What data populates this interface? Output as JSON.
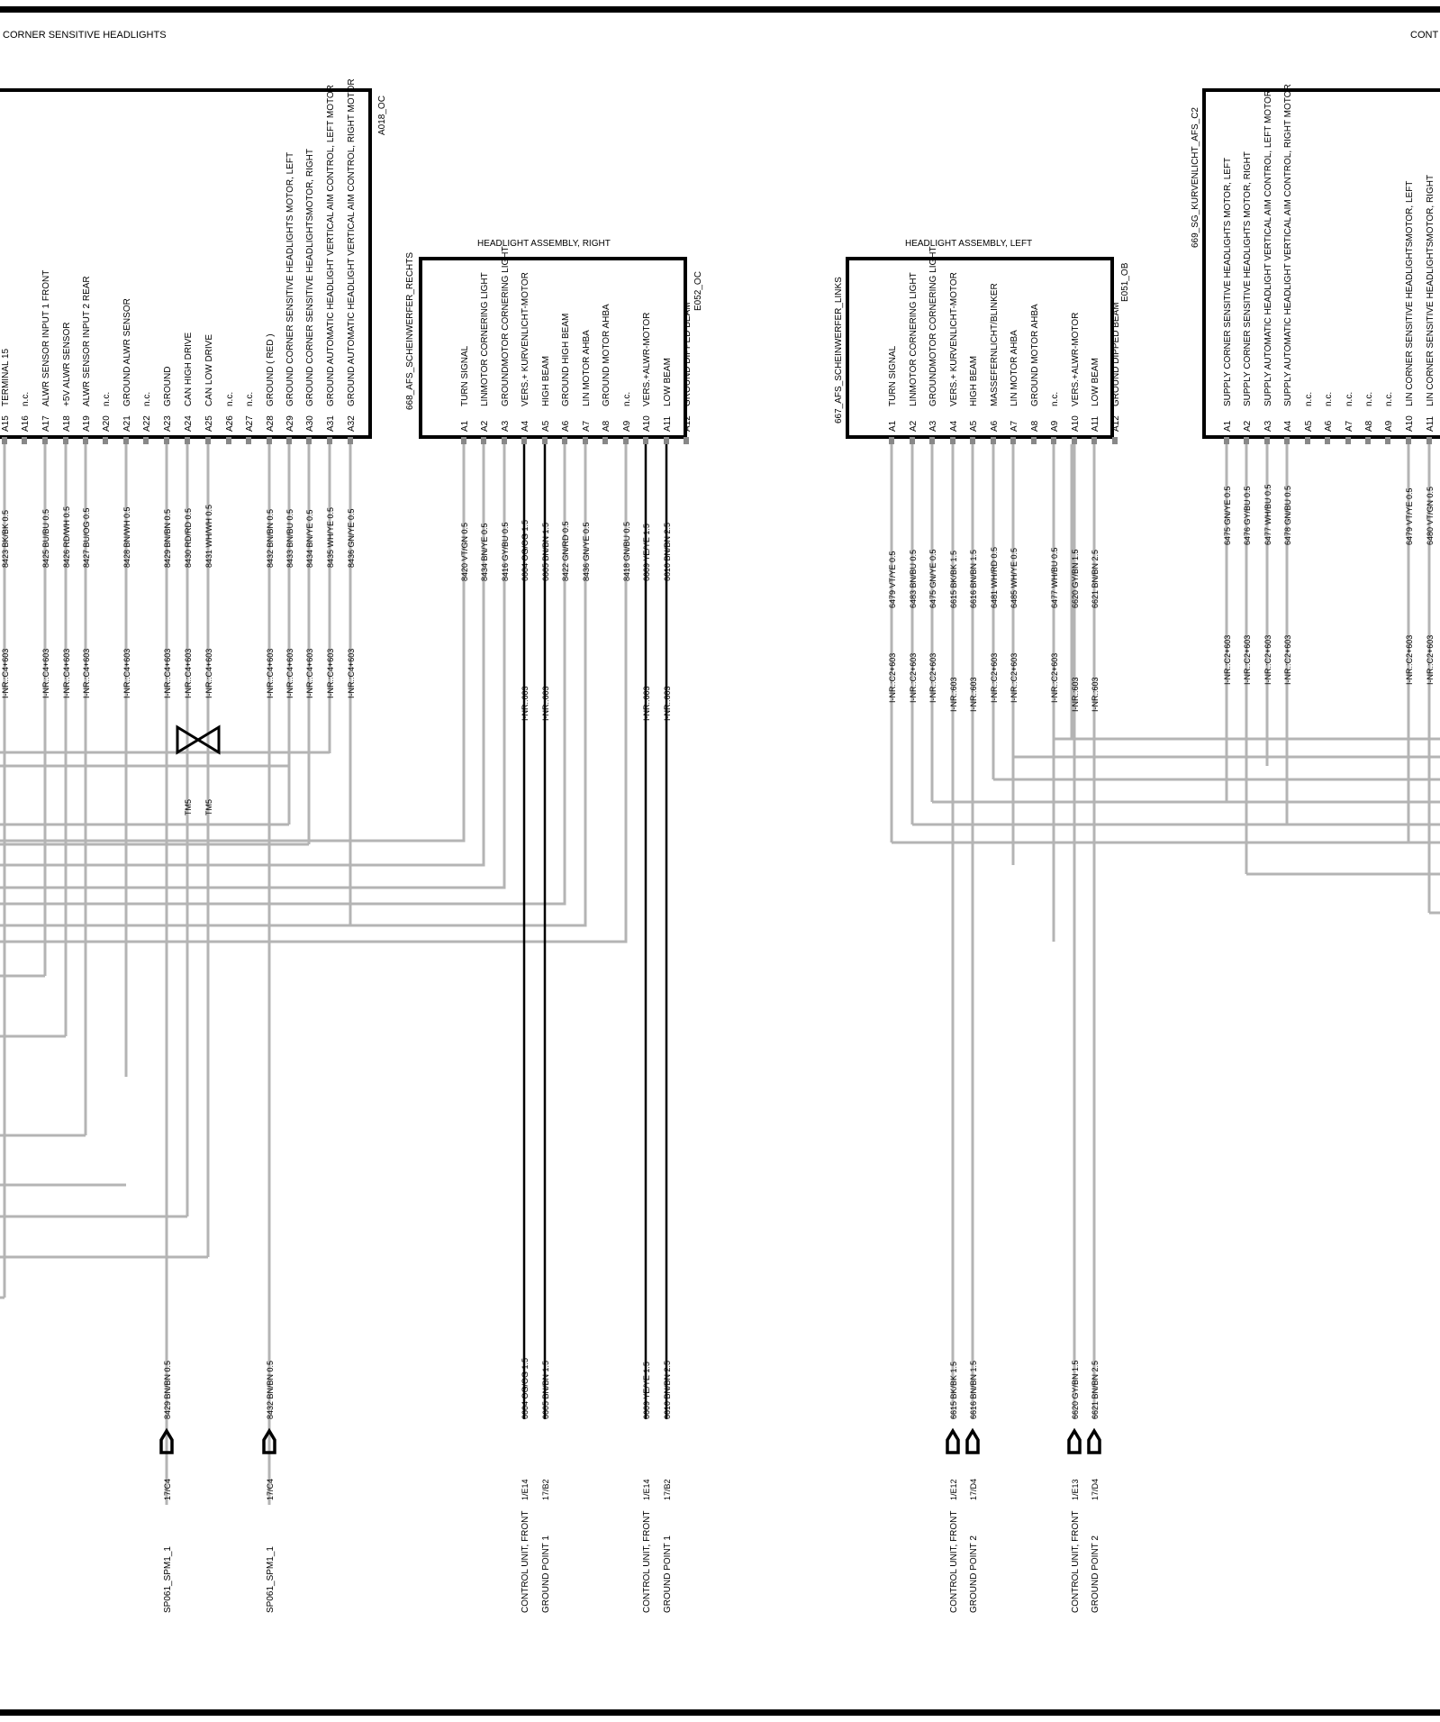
{
  "colors": {
    "frame": "#000000",
    "wire": "#b4b4b4",
    "ground_wire": "#000000",
    "background": "#ffffff"
  },
  "header": {
    "left_title": "CORNER SENSITIVE HEADLIGHTS",
    "right_title": "CONT"
  },
  "connectors": [
    {
      "id": "A018_OC",
      "title": "",
      "tag": "",
      "pins": [
        {
          "pin": "A15",
          "label": "TERMINAL 15"
        },
        {
          "pin": "A16",
          "label": "n.c."
        },
        {
          "pin": "A17",
          "label": "ALWR SENSOR     INPUT      1 FRONT"
        },
        {
          "pin": "A18",
          "label": "+5V     ALWR SENSOR"
        },
        {
          "pin": "A19",
          "label": "ALWR SENSOR     INPUT      2 REAR"
        },
        {
          "pin": "A20",
          "label": "n.c."
        },
        {
          "pin": "A21",
          "label": "GROUND ALWR SENSOR"
        },
        {
          "pin": "A22",
          "label": "n.c."
        },
        {
          "pin": "A23",
          "label": "GROUND"
        },
        {
          "pin": "A24",
          "label": "CAN HIGH     DRIVE"
        },
        {
          "pin": "A25",
          "label": "CAN LOW     DRIVE"
        },
        {
          "pin": "A26",
          "label": "n.c."
        },
        {
          "pin": "A27",
          "label": "n.c."
        },
        {
          "pin": "A28",
          "label": "GROUND  ( RED )"
        },
        {
          "pin": "A29",
          "label": "GROUND  CORNER SENSITIVE HEADLIGHTS MOTOR, LEFT"
        },
        {
          "pin": "A30",
          "label": "GROUND  CORNER SENSITIVE HEADLIGHTSMOTOR, RIGHT"
        },
        {
          "pin": "A31",
          "label": "GROUND  AUTOMATIC HEADLIGHT VERTICAL AIM CONTROL, LEFT  MOTOR"
        },
        {
          "pin": "A32",
          "label": "GROUND  AUTOMATIC HEADLIGHT VERTICAL AIM CONTROL, RIGHT  MOTOR"
        }
      ]
    },
    {
      "id": "E052_OC",
      "title": "HEADLIGHT ASSEMBLY, RIGHT",
      "tag": "668_AFS_SCHEINWERFER_RECHTS",
      "pins": [
        {
          "pin": "A1",
          "label": "TURN SIGNAL"
        },
        {
          "pin": "A2",
          "label": "LINMOTOR CORNERING LIGHT"
        },
        {
          "pin": "A3",
          "label": "GROUNDMOTOR CORNERING LIGHT"
        },
        {
          "pin": "A4",
          "label": "VERS.+ KURVENLICHT-MOTOR"
        },
        {
          "pin": "A5",
          "label": "HIGH BEAM"
        },
        {
          "pin": "A6",
          "label": "GROUND HIGH BEAM"
        },
        {
          "pin": "A7",
          "label": "LIN MOTOR AHBA"
        },
        {
          "pin": "A8",
          "label": "GROUND MOTOR AHBA"
        },
        {
          "pin": "A9",
          "label": "n.c."
        },
        {
          "pin": "A10",
          "label": "VERS.+ALWR-MOTOR"
        },
        {
          "pin": "A11",
          "label": "LOW BEAM"
        },
        {
          "pin": "A12",
          "label": "GROUND DIPPED BEAM"
        }
      ]
    },
    {
      "id": "E051_OB",
      "title": "HEADLIGHT ASSEMBLY, LEFT",
      "tag": "667_AFS_SCHEINWERFER_LINKS",
      "pins": [
        {
          "pin": "A1",
          "label": "TURN SIGNAL"
        },
        {
          "pin": "A2",
          "label": "LINMOTOR CORNERING LIGHT"
        },
        {
          "pin": "A3",
          "label": "GROUNDMOTOR CORNERING LIGHT"
        },
        {
          "pin": "A4",
          "label": "VERS.+ KURVENLICHT-MOTOR"
        },
        {
          "pin": "A5",
          "label": "HIGH BEAM"
        },
        {
          "pin": "A6",
          "label": "MASSEFERNLICHT/BLINKER"
        },
        {
          "pin": "A7",
          "label": "LIN MOTOR AHBA"
        },
        {
          "pin": "A8",
          "label": "GROUND MOTOR AHBA"
        },
        {
          "pin": "A9",
          "label": "n.c."
        },
        {
          "pin": "A10",
          "label": "VERS.+ALWR-MOTOR"
        },
        {
          "pin": "A11",
          "label": "LOW BEAM"
        },
        {
          "pin": "A12",
          "label": "GROUND DIPPED BEAM"
        }
      ]
    },
    {
      "id": "",
      "title": "",
      "tag": "669_SG_KURVENLICHT_AFS_C2",
      "pins": [
        {
          "pin": "A1",
          "label": "SUPPLY CORNER SENSITIVE HEADLIGHTS MOTOR, LEFT"
        },
        {
          "pin": "A2",
          "label": "SUPPLY CORNER SENSITIVE HEADLIGHTS MOTOR, RIGHT"
        },
        {
          "pin": "A3",
          "label": "SUPPLY AUTOMATIC HEADLIGHT VERTICAL AIM CONTROL, LEFT  MOTOR"
        },
        {
          "pin": "A4",
          "label": "SUPPLY AUTOMATIC HEADLIGHT VERTICAL AIM CONTROL, RIGHT  MOTOR"
        },
        {
          "pin": "A5",
          "label": "n.c."
        },
        {
          "pin": "A6",
          "label": "n.c."
        },
        {
          "pin": "A7",
          "label": "n.c."
        },
        {
          "pin": "A8",
          "label": "n.c."
        },
        {
          "pin": "A9",
          "label": "n.c."
        },
        {
          "pin": "A10",
          "label": "LIN     CORNER SENSITIVE HEADLIGHTSMOTOR, LEFT"
        },
        {
          "pin": "A11",
          "label": "LIN     CORNER SENSITIVE HEADLIGHTSMOTOR, RIGHT"
        }
      ]
    }
  ],
  "wire_labels": {
    "a018": [
      "8423 BK/BK 0.5",
      "8425 BU/BU 0.5",
      "8426 RD/WH 0.5",
      "8427 BU/OG 0.5",
      "8428 BN/WH 0.5",
      "8429 BN/BN 0.5",
      "8430 RD/RD 0.5",
      "8431 WH/WH 0.5",
      "8432 BN/BN 0.5",
      "8433 BN/BU 0.5",
      "8434 BN/YE 0.5",
      "8435 WH/YE 0.5",
      "8436 GN/YE 0.5"
    ],
    "e052": [
      "8420 VT/GN 0.5",
      "8434 BN/YE 0.5",
      "8416 GY/BU 0.5",
      "6604 OG/OG 1.5",
      "6605 BN/BN 1.5",
      "8422 GN/RD 0.5",
      "8436 GN/YE 0.5",
      "8418 GN/BU 0.5",
      "6609 YE/YE 1.5",
      "6610 BN/BN 2.5"
    ],
    "e051": [
      "6479 VT/YE 0.5",
      "6483 BN/BU 0.5",
      "6475 GN/YE 0.5",
      "6615 BK/BK 1.5",
      "6616 BN/BN 1.5",
      "6481 WH/RD 0.5",
      "6485 WH/YE 0.5",
      "6477 WH/BU 0.5",
      "6620 GY/BN 1.5",
      "6621 BN/BN 2.5"
    ],
    "c2": [
      "6475 GN/YE 0.5",
      "6476 GY/BU 0.5",
      "6477 WH/BU 0.5",
      "6478 GN/BU 0.5",
      "6479 VT/YE 0.5",
      "6480 VT/GN 0.5"
    ]
  },
  "harness_labels": {
    "c4": "I-NR.:C4+603",
    "c2": "I-NR.:C2+603",
    "gnd": "I-NR.:603"
  },
  "twisted_pair_label": "TM5",
  "ground_points": [
    {
      "wire": "8429 BN/BN 0.5",
      "ref": "17/C4",
      "dest": "SP061_SPM1_1"
    },
    {
      "wire": "8432 BN/BN 0.5",
      "ref": "17/C4",
      "dest": "SP061_SPM1_1"
    },
    {
      "wire": "6604 OG/OG 1.5",
      "ref": "1/E14",
      "dest": "CONTROL UNIT, FRONT"
    },
    {
      "wire": "6605 BN/BN 1.5",
      "ref": "17/B2",
      "dest": "GROUND POINT 1"
    },
    {
      "wire": "6609 YE/YE 1.5",
      "ref": "1/E14",
      "dest": "CONTROL UNIT, FRONT"
    },
    {
      "wire": "6610 BN/BN 2.5",
      "ref": "17/B2",
      "dest": "GROUND POINT 1"
    },
    {
      "wire": "6615 BK/BK 1.5",
      "ref": "1/E12",
      "dest": "CONTROL UNIT, FRONT"
    },
    {
      "wire": "6616 BN/BN 1.5",
      "ref": "17/D4",
      "dest": "GROUND POINT 2"
    },
    {
      "wire": "6620 GY/BN 1.5",
      "ref": "1/E13",
      "dest": "CONTROL UNIT, FRONT"
    },
    {
      "wire": "6621 BN/BN 2.5",
      "ref": "17/D4",
      "dest": "GROUND POINT 2"
    }
  ]
}
